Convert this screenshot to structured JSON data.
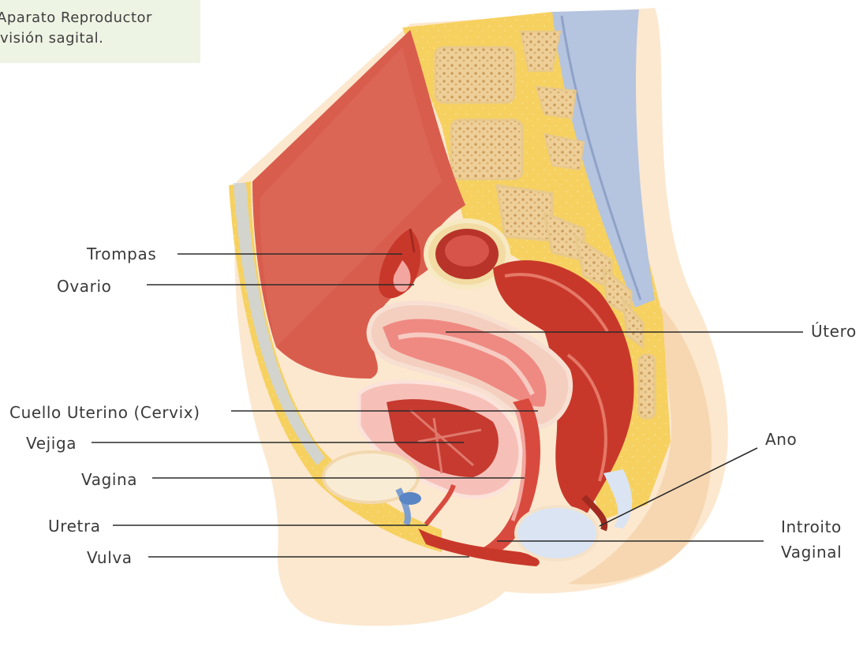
{
  "caption": {
    "line1": "Aparato Reproductor",
    "line2": "visión sagital."
  },
  "labels": {
    "trompas": "Trompas",
    "ovario": "Ovario",
    "utero": "Útero",
    "cuello": "Cuello Uterino (Cervix)",
    "vejiga": "Vejiga",
    "vagina": "Vagina",
    "ano": "Ano",
    "uretra": "Uretra",
    "introito_1": "Introito",
    "introito_2": "Vaginal",
    "vulva": "Vulva"
  },
  "colors": {
    "skin": "#fce8cf",
    "skin_shadow": "#f4d0a4",
    "fat": "#f6d160",
    "fat_light": "#f8e08a",
    "cavity": "#d95d4d",
    "muscle": "#c8382a",
    "mucosa": "#f08d88",
    "bone": "#f0d5a8",
    "spine_blue": "#b5c4df",
    "leader": "#2b2b2b"
  }
}
